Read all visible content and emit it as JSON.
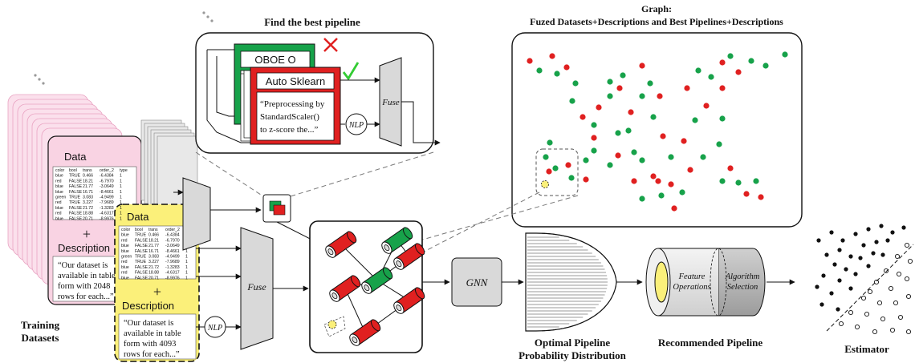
{
  "labels": {
    "find_best_pipeline": "Find the best pipeline",
    "graph_title_line1": "Graph:",
    "graph_title_line2": "Fuzed Datasets+Descriptions and Best Pipelines+Descriptions",
    "oboe": "OBOE O",
    "auto_sklearn": "Auto Sklearn",
    "pipeline_desc_1": "“Preprocessing by",
    "pipeline_desc_2": "StandardScaler()",
    "pipeline_desc_3": "to z-score the...”",
    "nlp": "NLP",
    "fuse": "Fuse",
    "data": "Data",
    "plus": "+",
    "description": "Description",
    "pink_desc_1": "“Our dataset is",
    "pink_desc_2": "available in table",
    "pink_desc_3": "form with 2048",
    "pink_desc_4": "rows for each...”",
    "yellow_desc_1": "“Our dataset is",
    "yellow_desc_2": "available in table",
    "yellow_desc_3": "form with 4093",
    "yellow_desc_4": "rows for each...”",
    "training_datasets_1": "Training",
    "training_datasets_2": "Datasets",
    "gnn": "GNN",
    "optimal_1": "Optimal Pipeline",
    "optimal_2": "Probability Distribution",
    "feature_ops_1": "Feature",
    "feature_ops_2": "Operations",
    "algo_sel_1": "Algorithm",
    "algo_sel_2": "Selection",
    "recommended": "Recommended Pipeline",
    "estimator": "Estimator"
  },
  "table": {
    "header": [
      "color",
      "bool",
      "trans",
      "order_2",
      "type"
    ],
    "rows": [
      [
        "blue",
        "TRUE",
        "0.466",
        "-6.4384",
        "1"
      ],
      [
        "red",
        "FALSE",
        "18.21",
        "-6.7970",
        "1"
      ],
      [
        "blue",
        "FALSE",
        "21.77",
        "-3.0649",
        "1"
      ],
      [
        "blue",
        "FALSE",
        "16.71",
        "-8.4661",
        "1"
      ],
      [
        "green",
        "TRUE",
        "3.083",
        "-4.9499",
        "1"
      ],
      [
        "red",
        "TRUE",
        "3.227",
        "-7.9689",
        "1"
      ],
      [
        "blue",
        "FALSE",
        "21.72",
        "-1.3283",
        "1"
      ],
      [
        "red",
        "FALSE",
        "18.88",
        "-4.6317",
        "1"
      ],
      [
        "blue",
        "FALSE",
        "20.71",
        "-8.9976",
        "1"
      ]
    ]
  },
  "colors": {
    "red": "#e02020",
    "green": "#17a24a",
    "yellow": "#fbf07a",
    "pink": "#f9d3e3",
    "gray": "#d9d9d9",
    "dark_gray": "#a9a9a9"
  }
}
